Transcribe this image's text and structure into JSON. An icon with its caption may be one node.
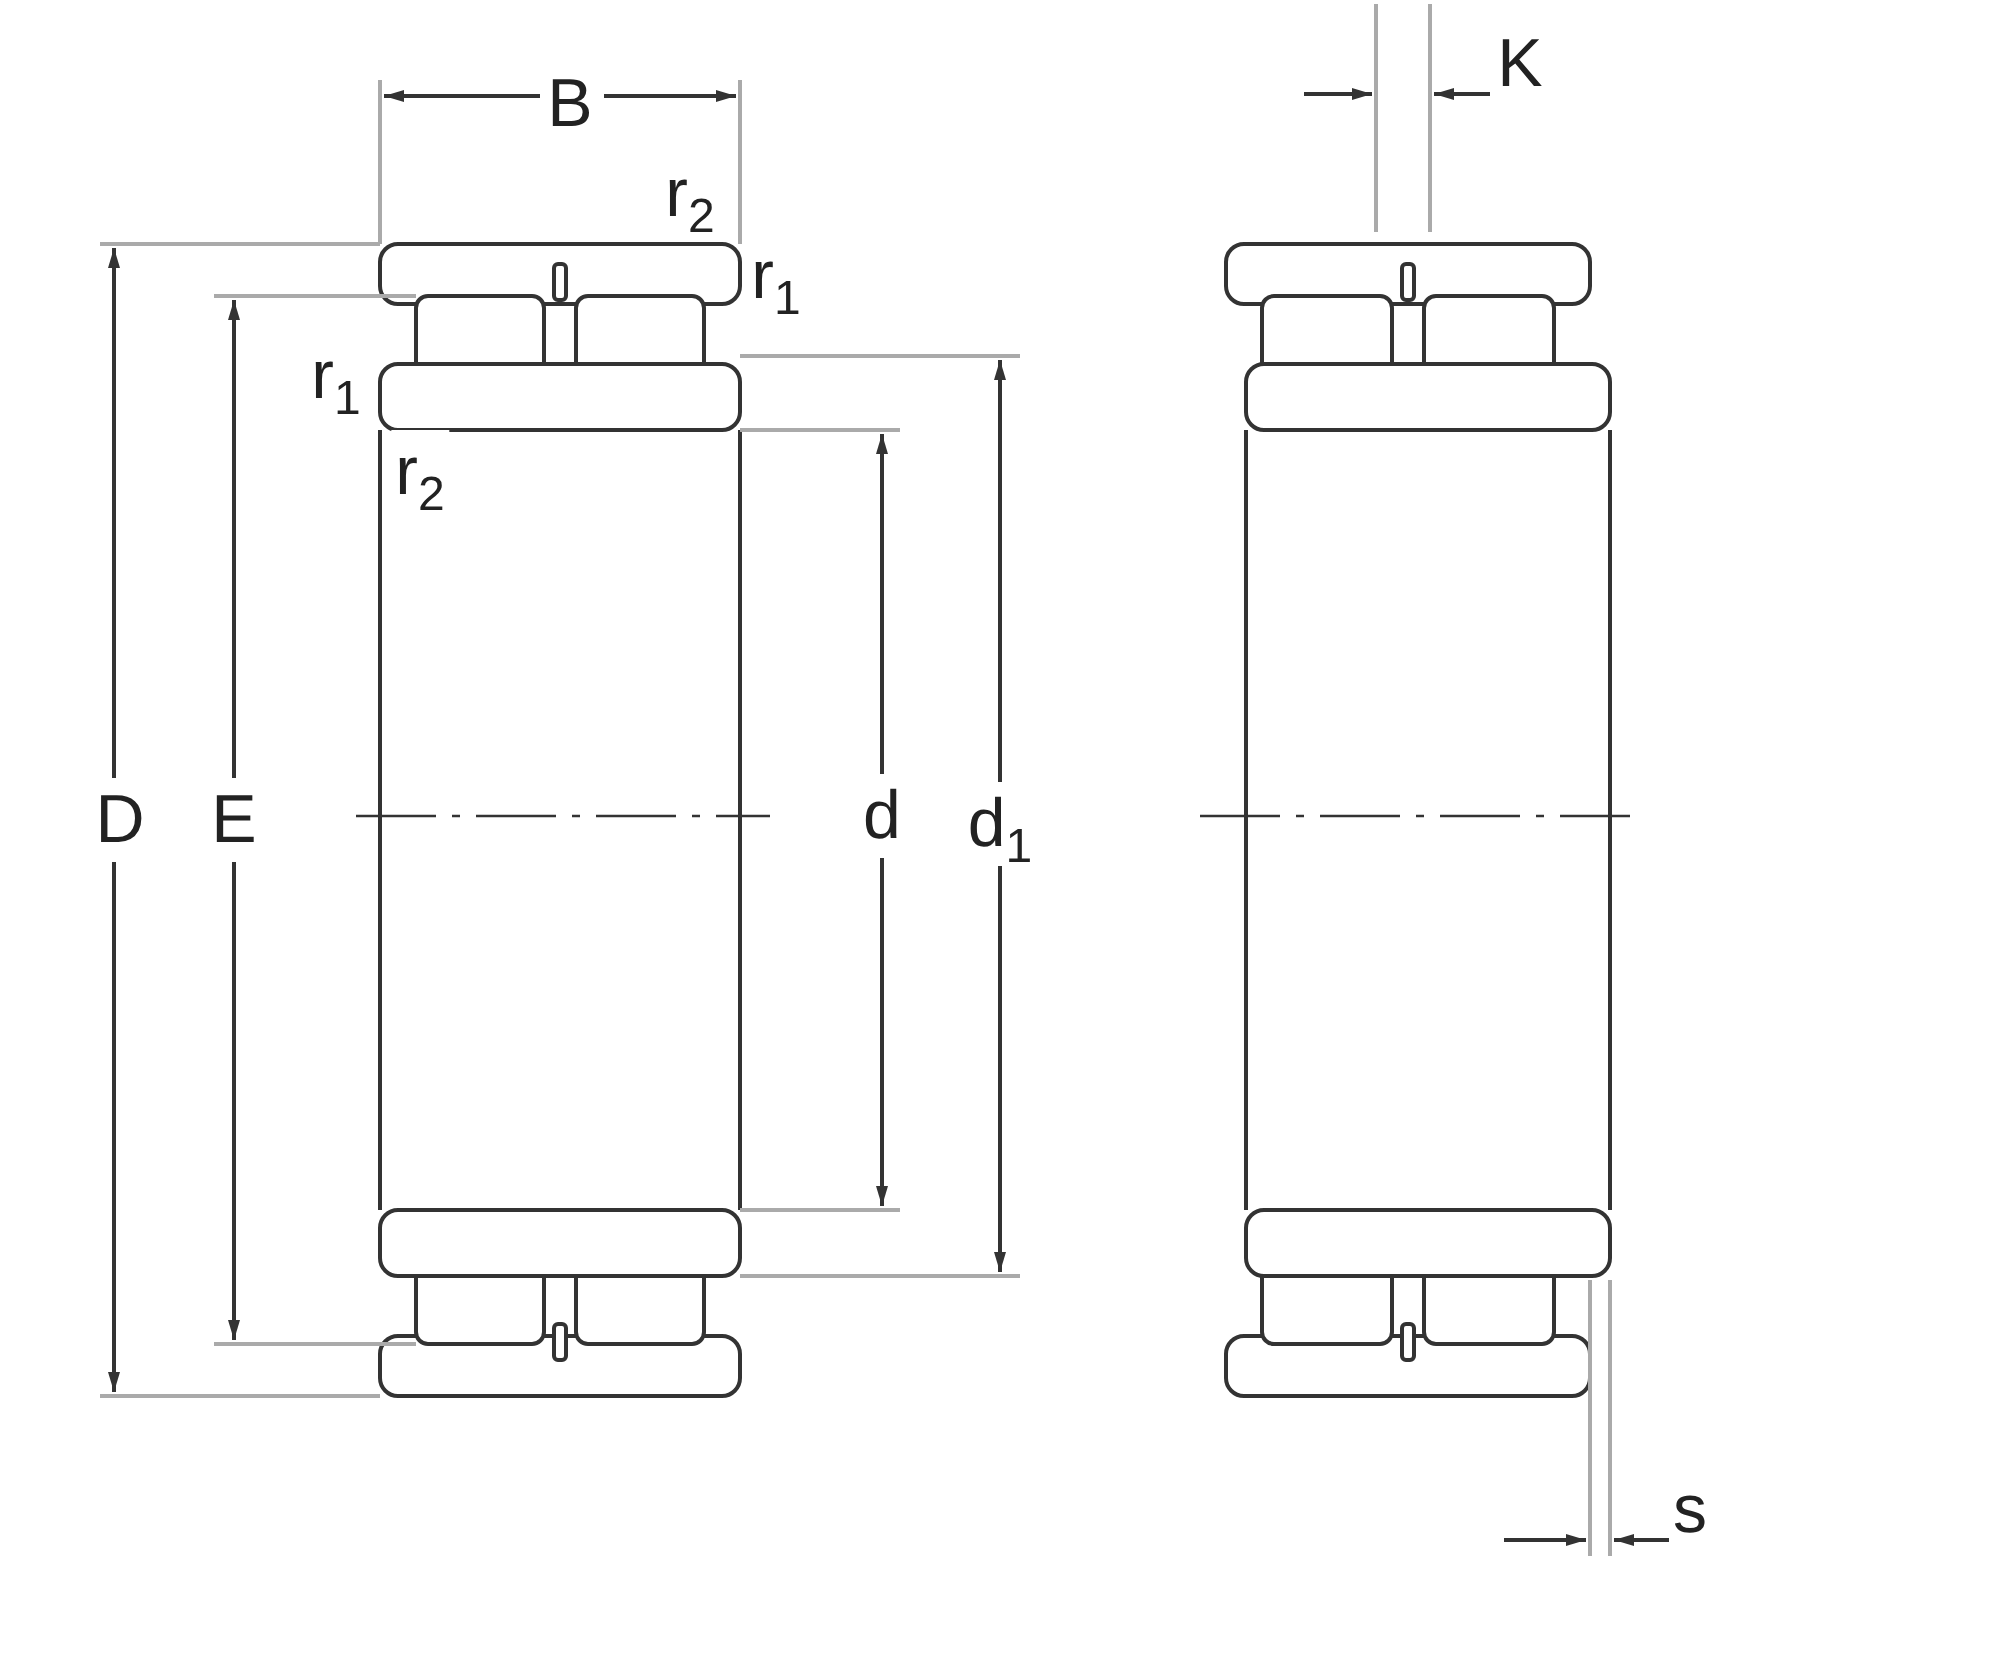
{
  "diagram": {
    "labels": [
      "K",
      "B",
      "r$_{2}$",
      "r$_{1}$",
      "r$_{1}$",
      "r$_{2}$",
      "D",
      "E",
      "d",
      "d$_{1}$",
      "s"
    ]
  }
}
